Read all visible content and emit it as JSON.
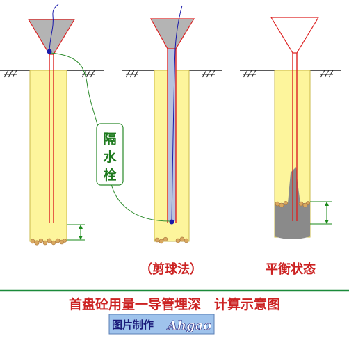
{
  "callout": {
    "chars": [
      "隔",
      "水",
      "栓"
    ]
  },
  "captions": {
    "middle": "（剪球法）",
    "right": "平衡状态"
  },
  "title": "首盘砼用量一导管埋深　计算示意图",
  "signature": {
    "label": "图片制作",
    "script": "Ahgao"
  },
  "colors": {
    "pile": "#fdf59c",
    "pile_edge": "#c9b84a",
    "hopper_gray": "#b4b4b4",
    "pipe_red": "#dd2222",
    "ball_blue": "#1a1aaa",
    "callout_green": "#2a8a2a",
    "concrete_gray": "#8a8a8a",
    "gravel": "#d9a860",
    "title_red": "#cc2222",
    "divider_green": "#1a8a3a",
    "signature_box": "#9fc3ec"
  }
}
